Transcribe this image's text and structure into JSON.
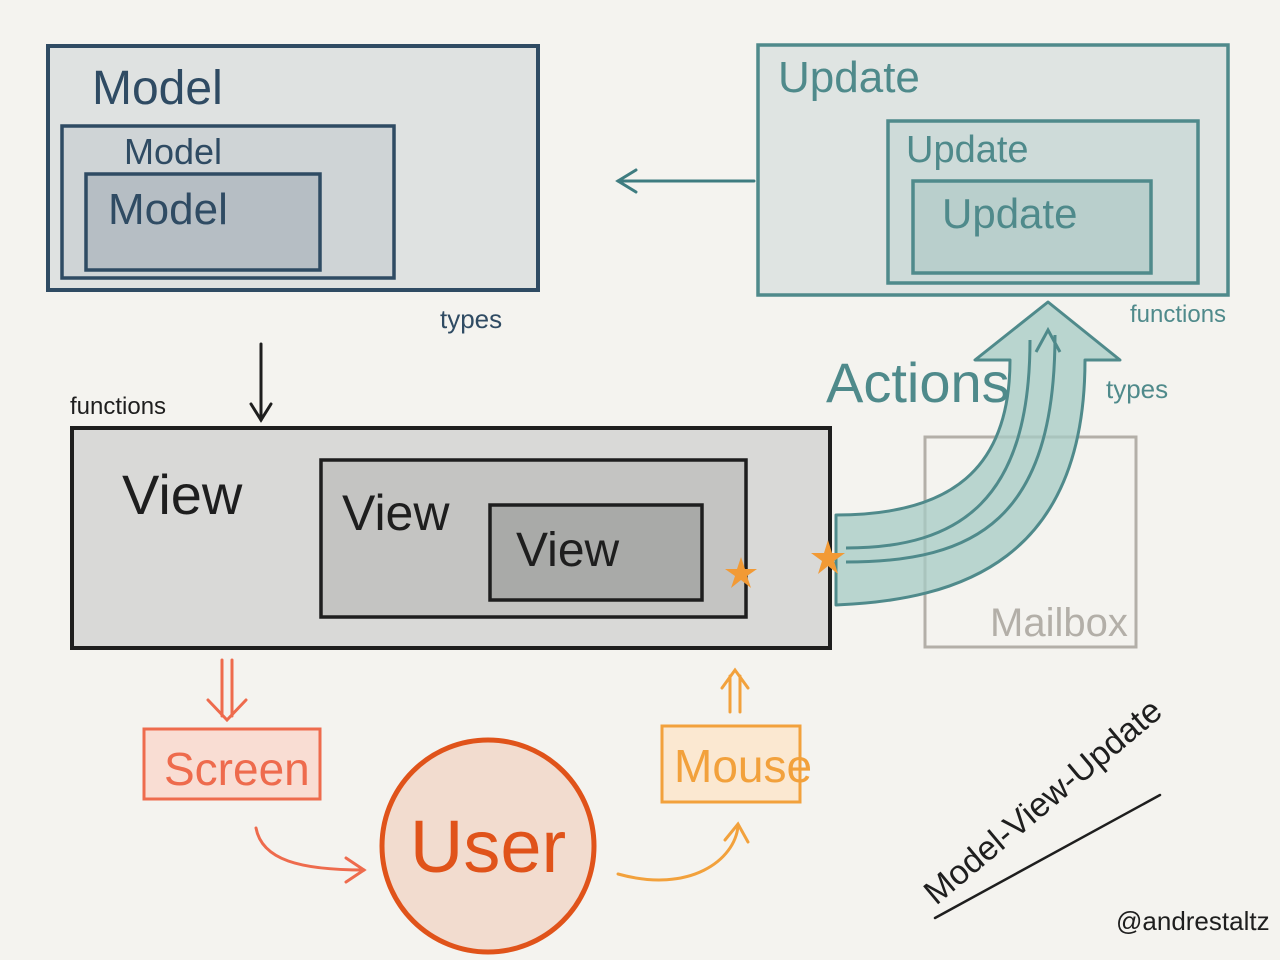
{
  "colors": {
    "background": "#f4f3ef",
    "model": "#2f4b63",
    "update": "#4f8a8b",
    "view": "#1e1e1e",
    "mailbox": "#b3afa8",
    "screen": "#ee6b4d",
    "user": "#e0531a",
    "mouse": "#f2a13c",
    "star": "#f29a35"
  },
  "model": {
    "outer_label": "Model",
    "middle_label": "Model",
    "inner_label": "Model",
    "annotation": "types"
  },
  "update": {
    "outer_label": "Update",
    "middle_label": "Update",
    "inner_label": "Update",
    "annotation": "functions"
  },
  "view": {
    "outer_label": "View",
    "middle_label": "View",
    "inner_label": "View",
    "annotation": "functions"
  },
  "actions": {
    "label": "Actions",
    "annotation": "types"
  },
  "mailbox": {
    "label": "Mailbox"
  },
  "screen": {
    "label": "Screen"
  },
  "user": {
    "label": "User"
  },
  "mouse": {
    "label": "Mouse"
  },
  "signature": {
    "title": "Model-View-Update",
    "author": "@andrestaltz"
  },
  "icons": [
    "star-icon",
    "arrow-left-icon",
    "arrow-down-icon",
    "double-arrow-down-icon",
    "double-arrow-up-icon",
    "curved-arrow-icon"
  ]
}
